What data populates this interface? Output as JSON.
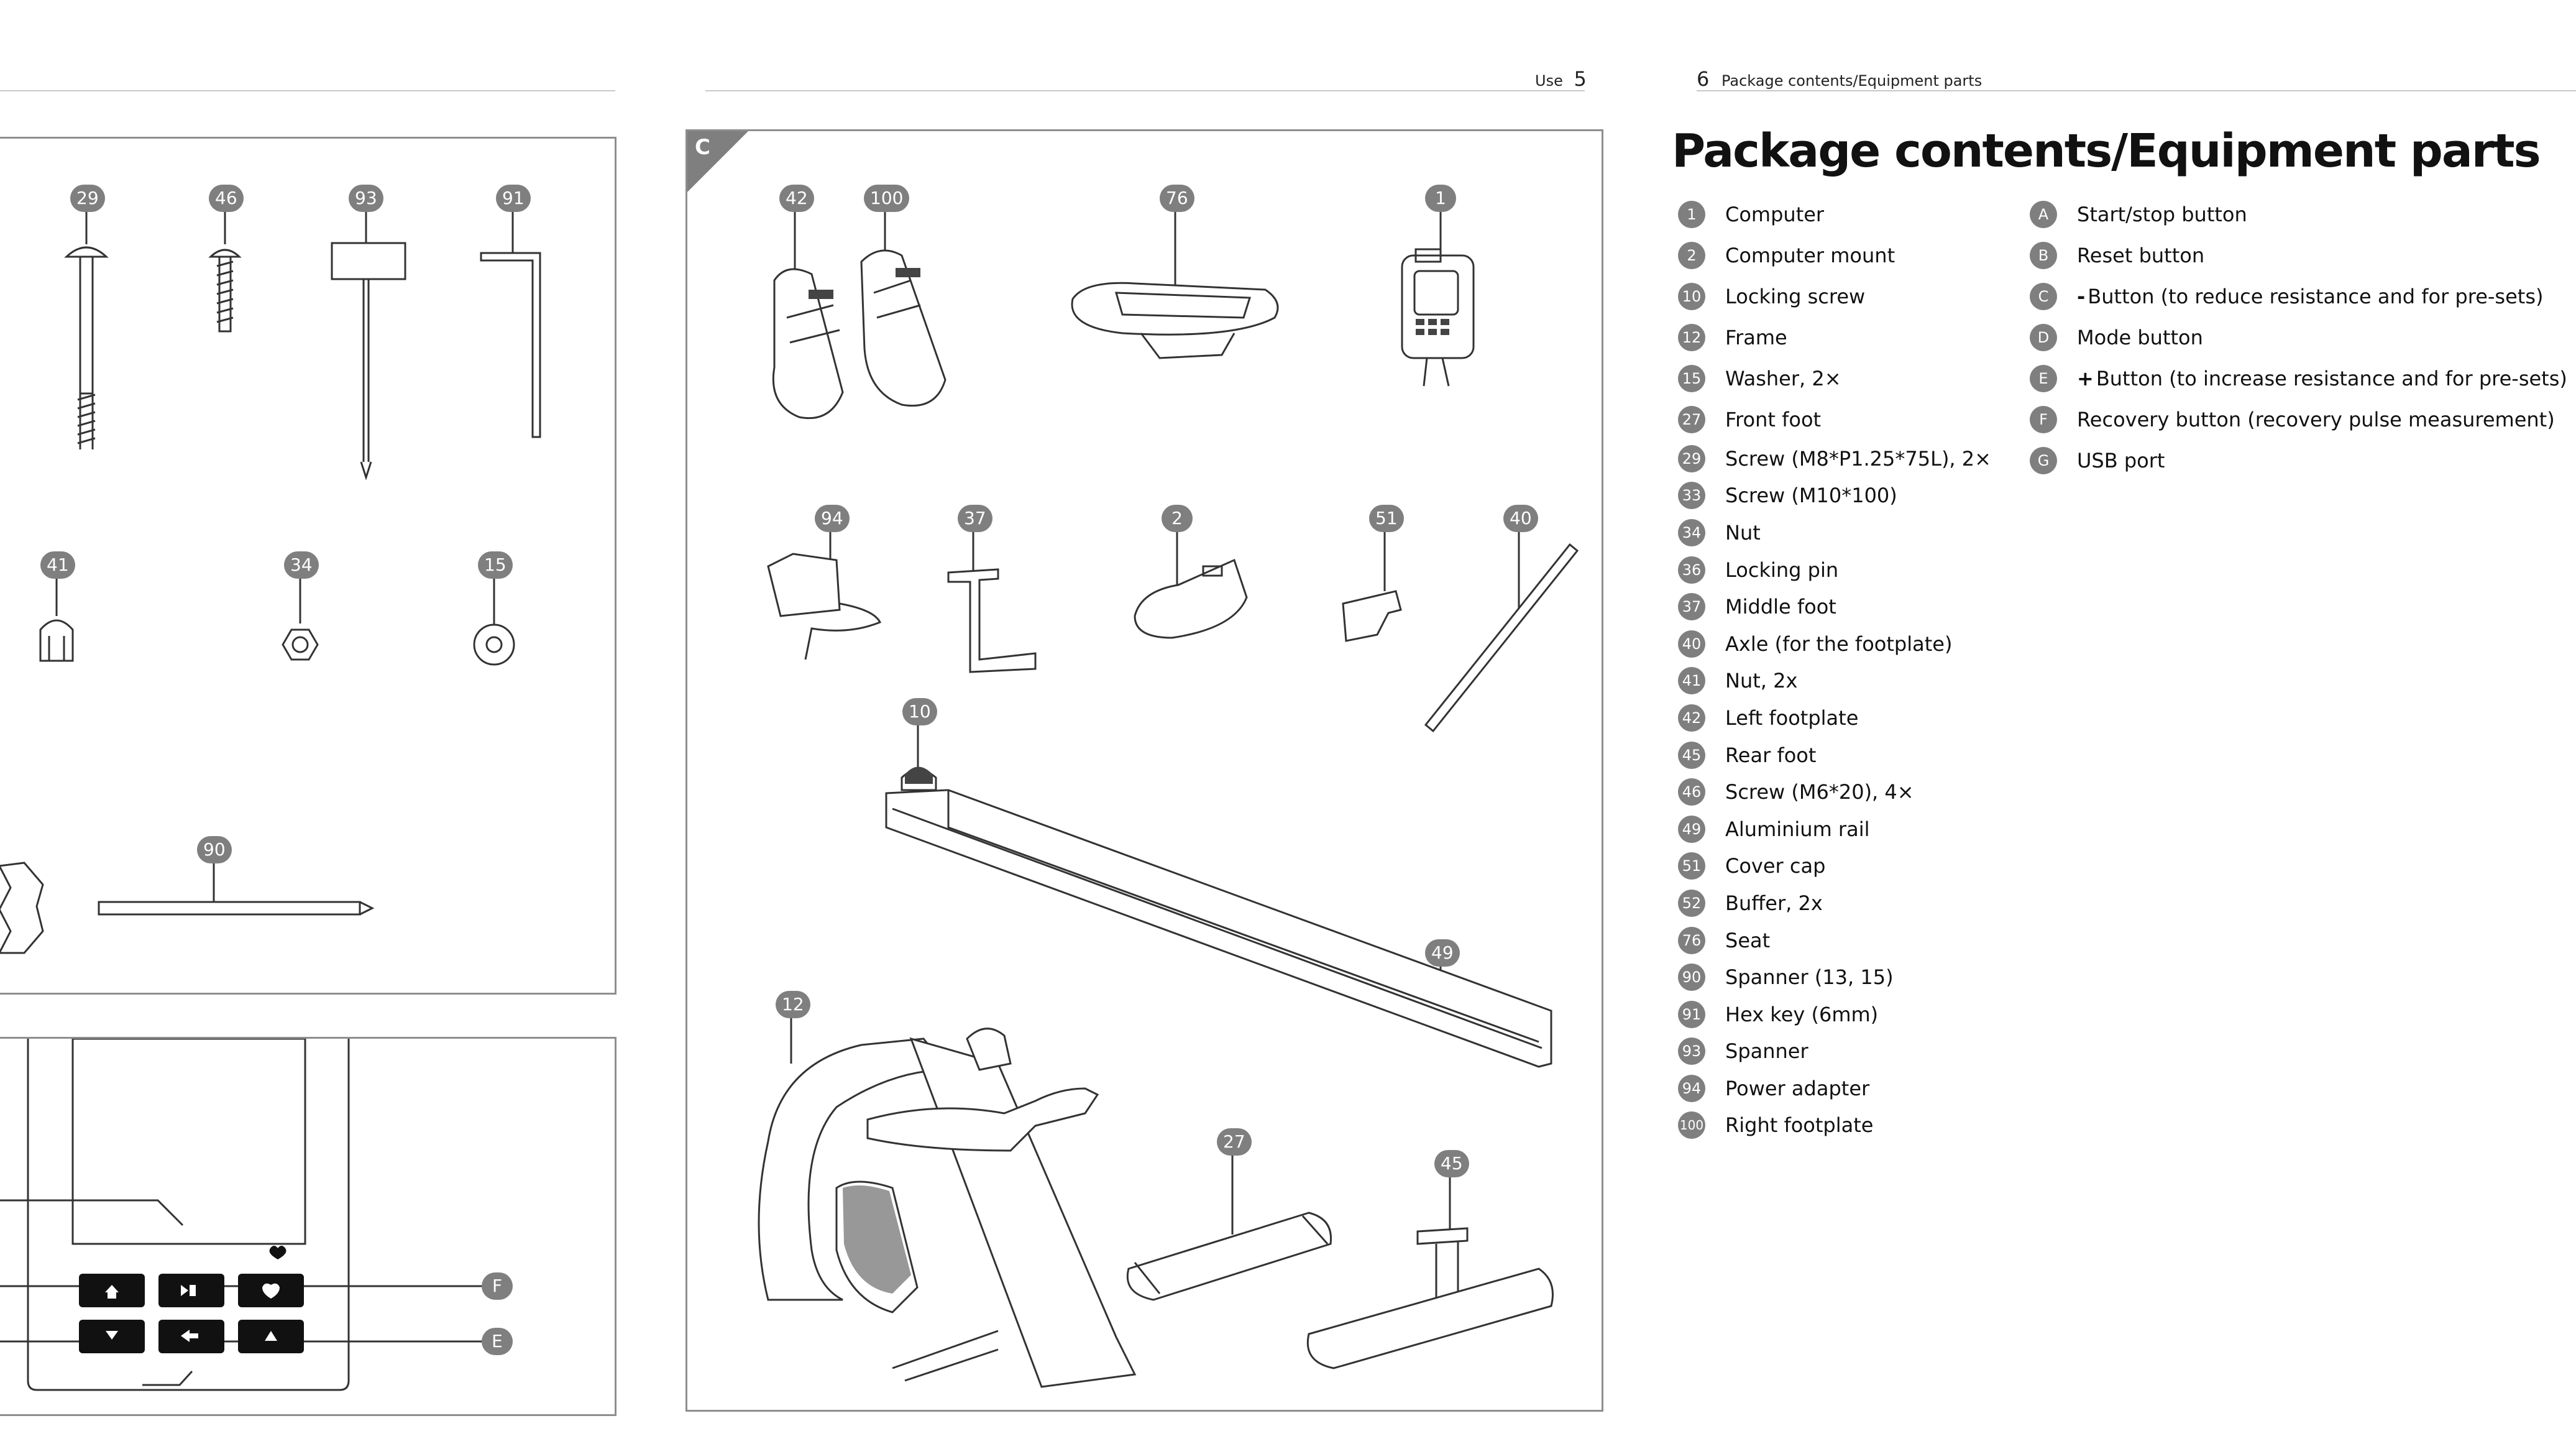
{
  "header": {
    "left_section": "Use",
    "left_page": "5",
    "right_page": "6",
    "right_section": "Package contents/Equipment parts"
  },
  "title": "Package contents/Equipment parts",
  "figure_c": {
    "label": "C",
    "callouts": {
      "c42": "42",
      "c100": "100",
      "c76": "76",
      "c1": "1",
      "c94": "94",
      "c37": "37",
      "c2": "2",
      "c51": "51",
      "c40": "40",
      "c10": "10",
      "c49": "49",
      "c12": "12",
      "c27": "27",
      "c45": "45"
    }
  },
  "figure_b": {
    "callouts": {
      "c29": "29",
      "c46": "46",
      "c93": "93",
      "c91": "91",
      "c41": "41",
      "c34": "34",
      "c15": "15",
      "c90": "90"
    }
  },
  "figure_computer": {
    "callouts": {
      "cF": "F",
      "cE": "E"
    }
  },
  "parts": [
    {
      "num": "1",
      "label": "Computer"
    },
    {
      "num": "2",
      "label": "Computer mount"
    },
    {
      "num": "10",
      "label": "Locking screw"
    },
    {
      "num": "12",
      "label": "Frame"
    },
    {
      "num": "15",
      "label": "Washer, 2×"
    },
    {
      "num": "27",
      "label": "Front foot"
    },
    {
      "num": "29",
      "label": "Screw (M8*P1.25*75L), 2×"
    },
    {
      "num": "33",
      "label": "Screw (M10*100)"
    },
    {
      "num": "34",
      "label": "Nut"
    },
    {
      "num": "36",
      "label": "Locking pin"
    },
    {
      "num": "37",
      "label": "Middle foot"
    },
    {
      "num": "40",
      "label": "Axle (for the footplate)"
    },
    {
      "num": "41",
      "label": "Nut, 2x"
    },
    {
      "num": "42",
      "label": "Left footplate"
    },
    {
      "num": "45",
      "label": "Rear foot"
    },
    {
      "num": "46",
      "label": "Screw (M6*20), 4×"
    },
    {
      "num": "49",
      "label": "Aluminium rail"
    },
    {
      "num": "51",
      "label": "Cover cap"
    },
    {
      "num": "52",
      "label": "Buffer, 2x"
    },
    {
      "num": "76",
      "label": "Seat"
    },
    {
      "num": "90",
      "label": "Spanner (13, 15)"
    },
    {
      "num": "91",
      "label": "Hex key (6mm)"
    },
    {
      "num": "93",
      "label": "Spanner"
    },
    {
      "num": "94",
      "label": "Power adapter"
    },
    {
      "num": "100",
      "label": "Right footplate"
    }
  ],
  "controls": [
    {
      "letter": "A",
      "sign": "",
      "label": "Start/stop button"
    },
    {
      "letter": "B",
      "sign": "",
      "label": "Reset button"
    },
    {
      "letter": "C",
      "sign": "-",
      "label": "Button (to reduce resistance and for pre-sets)"
    },
    {
      "letter": "D",
      "sign": "",
      "label": "Mode button"
    },
    {
      "letter": "E",
      "sign": "+",
      "label": "Button (to increase resistance and for pre-sets)"
    },
    {
      "letter": "F",
      "sign": "",
      "label": "Recovery button (recovery pulse measurement)"
    },
    {
      "letter": "G",
      "sign": "",
      "label": "USB port"
    }
  ]
}
